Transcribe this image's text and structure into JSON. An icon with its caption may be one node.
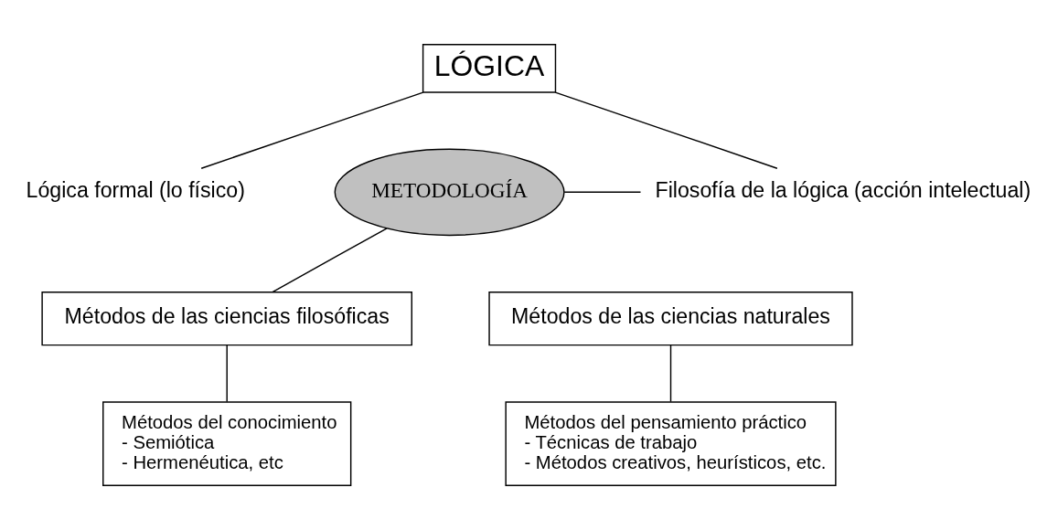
{
  "diagram": {
    "nodes": [
      {
        "text": [
          "LÓGICA"
        ]
      },
      {
        "text": [
          "Lógica formal (lo físico)"
        ]
      },
      {
        "text": [
          "Filosofía de la lógica (acción intelectual)"
        ]
      },
      {
        "text": [
          "METODOLOGÍA"
        ]
      },
      {
        "text": [
          "Métodos de las ciencias filosóficas"
        ]
      },
      {
        "text": [
          "Métodos de las ciencias naturales"
        ]
      },
      {
        "text": [
          "Métodos del conocimiento",
          "- Semiótica",
          "- Hermenéutica, etc"
        ]
      },
      {
        "text": [
          "Métodos del pensamiento práctico",
          "- Técnicas de trabajo",
          "- Métodos creativos, heurísticos, etc."
        ]
      }
    ],
    "edges": [
      {
        "from": 0,
        "to": 1,
        "arrow": "none"
      },
      {
        "from": 0,
        "to": 2,
        "arrow": "none"
      },
      {
        "from": 3,
        "to": 4,
        "arrow": "none"
      },
      {
        "from": 3,
        "to": 2,
        "arrow": "none"
      },
      {
        "from": 4,
        "to": 6,
        "arrow": "none"
      },
      {
        "from": 5,
        "to": 7,
        "arrow": "none"
      }
    ]
  }
}
